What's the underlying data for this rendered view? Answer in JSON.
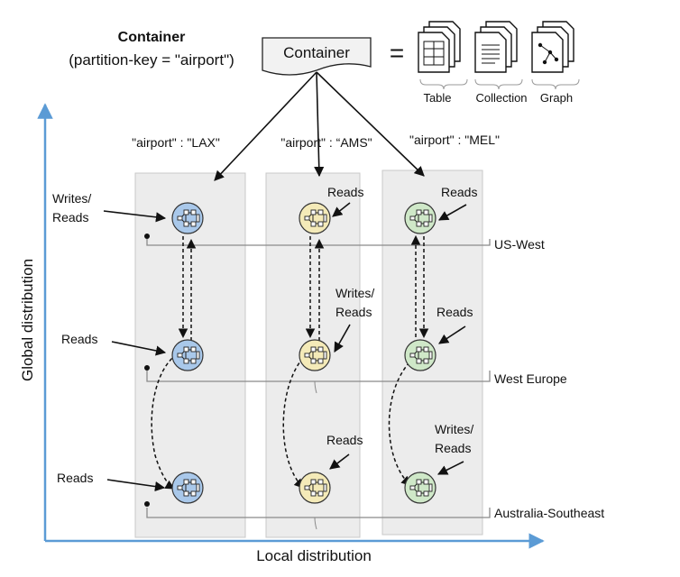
{
  "header": {
    "container_title": "Container",
    "partition_key": "(partition-key = \"airport\")",
    "container_box_label": "Container",
    "equals": "="
  },
  "icons": {
    "items": [
      {
        "label": "Table",
        "icon": "table-icon"
      },
      {
        "label": "Collection",
        "icon": "collection-icon"
      },
      {
        "label": "Graph",
        "icon": "graph-icon"
      }
    ]
  },
  "columns": [
    {
      "label": "\"airport\" : \"LAX\"",
      "color": "#a9c8ea"
    },
    {
      "label": "\"airport\" : “AMS\"",
      "color": "#f4eab8"
    },
    {
      "label": "\"airport\" : \"MEL\"",
      "color": "#cfe8c8"
    }
  ],
  "regions": [
    "US-West",
    "West Europe",
    "Australia-Southeast"
  ],
  "annotations": {
    "lax_uswest": [
      "Writes/",
      "Reads"
    ],
    "ams_uswest": [
      "Reads"
    ],
    "mel_uswest": [
      "Reads"
    ],
    "lax_weu": [
      "Reads"
    ],
    "ams_weu": [
      "Writes/",
      "Reads"
    ],
    "mel_weu": [
      "Reads"
    ],
    "lax_aus": [
      "Reads"
    ],
    "ams_aus": [
      "Reads"
    ],
    "mel_aus": [
      "Writes/",
      "Reads"
    ]
  },
  "axes": {
    "y_label": "Global distribution",
    "x_label": "Local distribution",
    "axis_color": "#5b9bd5"
  }
}
